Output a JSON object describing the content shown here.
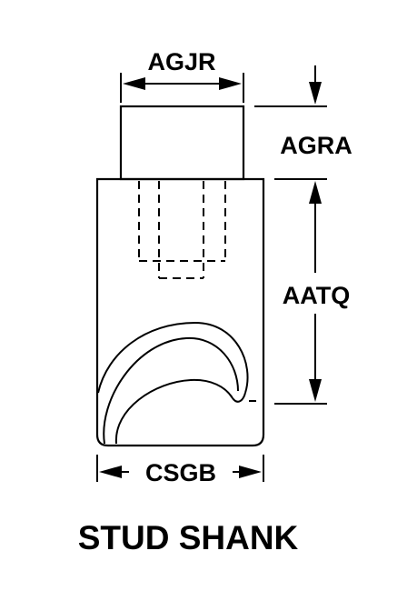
{
  "labels": {
    "width_top": "AGJR",
    "height_top": "AGRA",
    "height_body": "AATQ",
    "width_body": "CSGB",
    "title": "STUD SHANK"
  }
}
